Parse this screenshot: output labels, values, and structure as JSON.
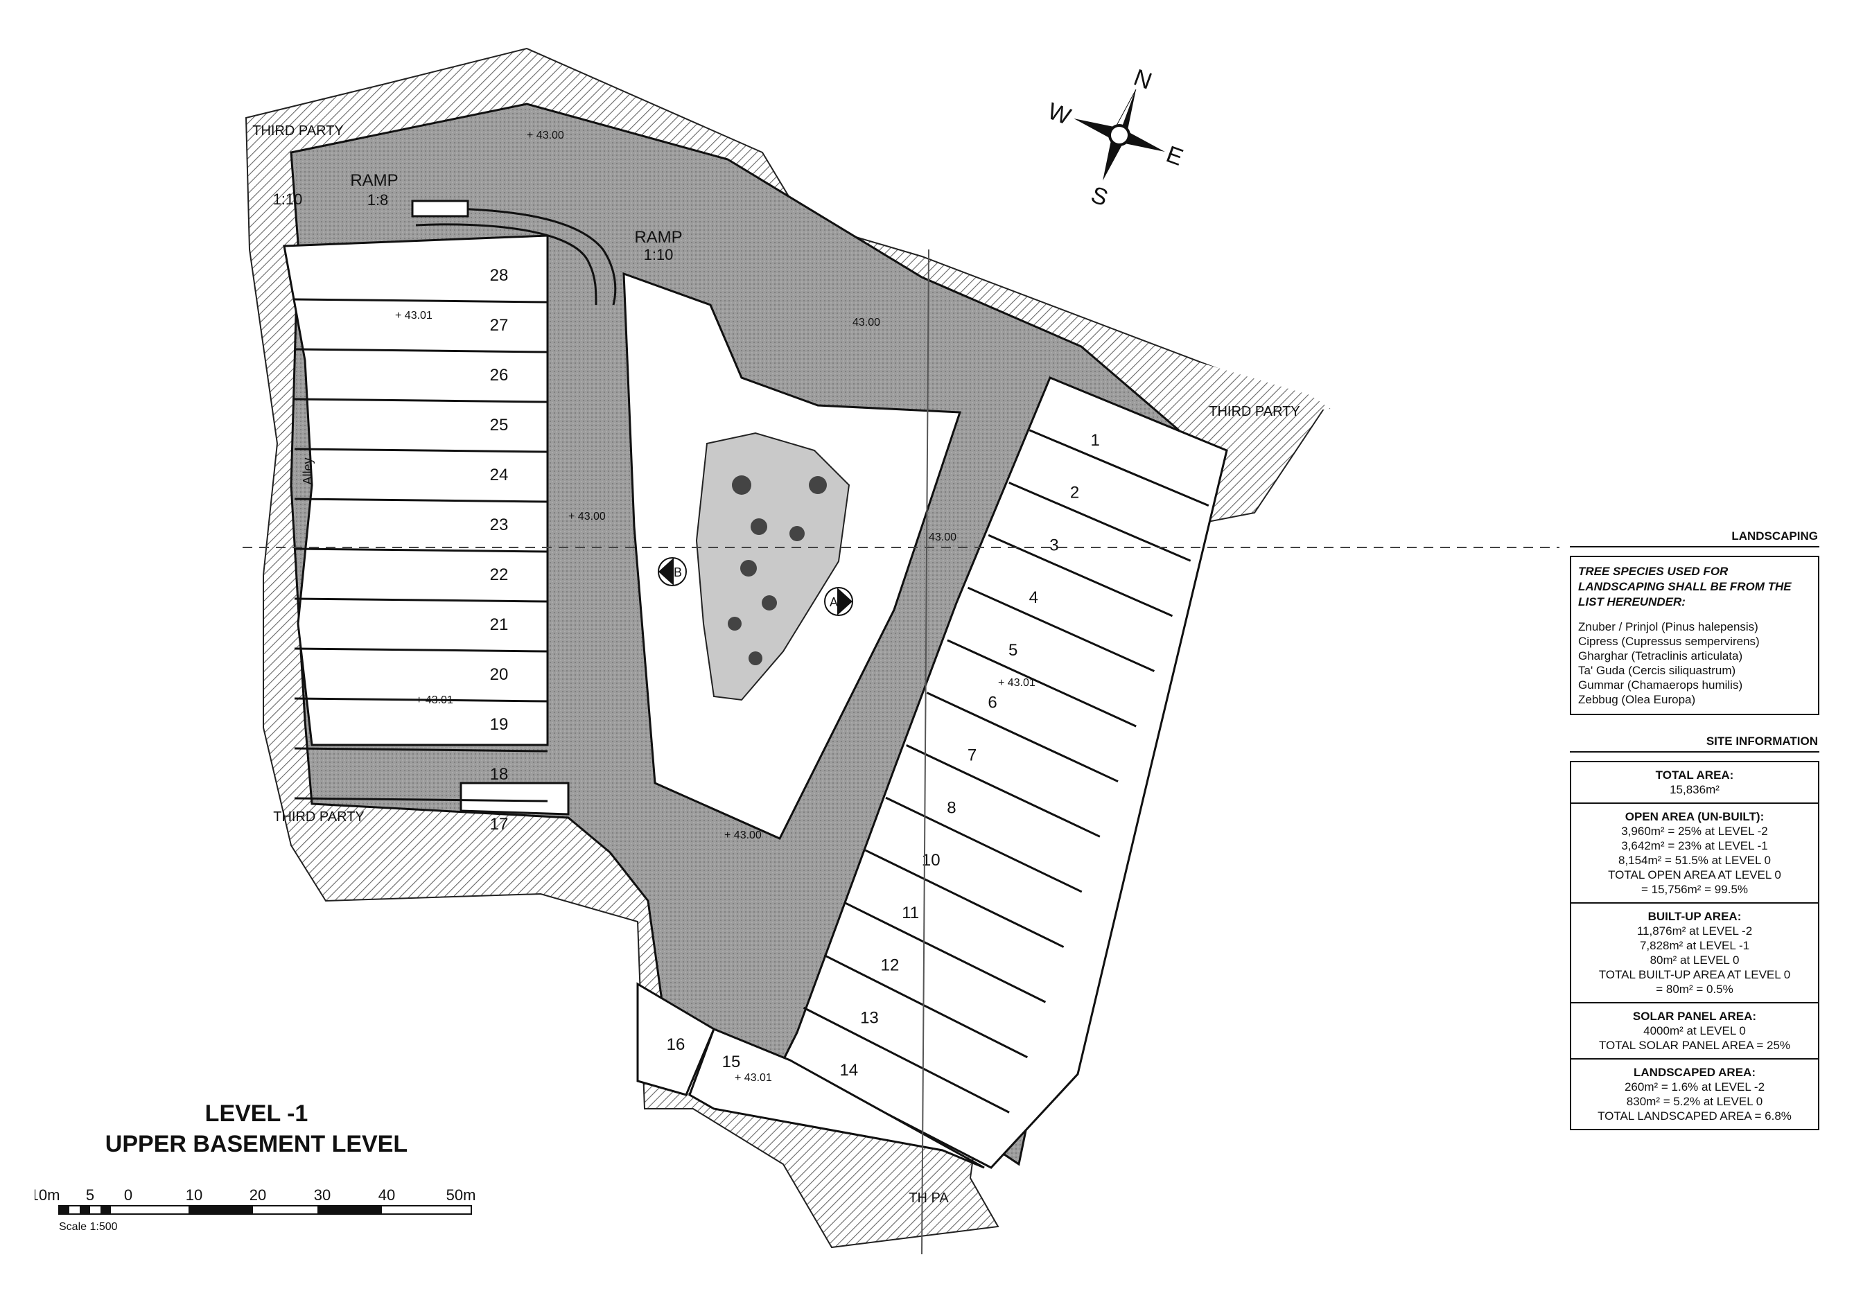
{
  "drawing": {
    "title_line1": "LEVEL -1",
    "title_line2": "UPPER BASEMENT LEVEL",
    "scale_text": "Scale 1:500",
    "scale_ticks": [
      "10m",
      "5",
      "0",
      "10",
      "20",
      "30",
      "40",
      "50m"
    ]
  },
  "compass": {
    "n": "N",
    "e": "E",
    "s": "S",
    "w": "W"
  },
  "plan_labels": {
    "third_party_nw": "THIRD PARTY",
    "third_party_ne": "THIRD PARTY",
    "third_party_sw": "THIRD PARTY",
    "third_party_s": "TH PA",
    "ramp_1": "RAMP",
    "ramp_1_grade": "1:8",
    "ramp_1_side_grade": "1:10",
    "ramp_2": "RAMP",
    "ramp_2_grade": "1:10",
    "alley": "Alley",
    "section_a": "A",
    "section_b": "B",
    "level_marks": [
      "+ 43.00",
      "+ 43.01",
      "43.00",
      "+ 43.00",
      "+ 43.01",
      "+ 43.01",
      "+ 43.00",
      "+ 43.01",
      "43.00"
    ]
  },
  "plots_left": [
    "28",
    "27",
    "26",
    "25",
    "24",
    "23",
    "22",
    "21",
    "20",
    "19",
    "18",
    "17"
  ],
  "plots_right": [
    "1",
    "2",
    "3",
    "4",
    "5",
    "6",
    "7",
    "8",
    "10",
    "11",
    "12",
    "13",
    "14"
  ],
  "plots_south": [
    "16",
    "15"
  ],
  "landscaping": {
    "heading": "LANDSCAPING",
    "intro": "TREE SPECIES USED FOR LANDSCAPING SHALL BE FROM THE LIST HEREUNDER:",
    "species": [
      "Znuber / Prinjol (Pinus halepensis)",
      "Cipress (Cupressus sempervirens)",
      "Gharghar (Tetraclinis articulata)",
      "Ta' Guda (Cercis siliquastrum)",
      "Gummar (Chamaerops humilis)",
      "Zebbug (Olea Europa)"
    ]
  },
  "site_information": {
    "heading": "SITE INFORMATION",
    "sections": [
      {
        "title": "TOTAL AREA:",
        "lines": [
          "15,836m²"
        ]
      },
      {
        "title": "OPEN AREA (UN-BUILT):",
        "lines": [
          "3,960m² = 25% at LEVEL -2",
          "3,642m² = 23% at LEVEL -1",
          "8,154m² = 51.5% at LEVEL 0",
          "TOTAL OPEN AREA AT LEVEL 0",
          "= 15,756m² = 99.5%"
        ]
      },
      {
        "title": "BUILT-UP AREA:",
        "lines": [
          "11,876m² at LEVEL -2",
          "7,828m² at LEVEL -1",
          "80m² at LEVEL 0",
          "TOTAL BUILT-UP AREA AT LEVEL 0",
          "= 80m² = 0.5%"
        ]
      },
      {
        "title": "SOLAR PANEL AREA:",
        "lines": [
          "4000m² at LEVEL 0",
          "TOTAL SOLAR PANEL AREA = 25%"
        ]
      },
      {
        "title": "LANDSCAPED AREA:",
        "lines": [
          "260m² = 1.6% at LEVEL -2",
          "830m² = 5.2% at LEVEL 0",
          "TOTAL LANDSCAPED AREA = 6.8%"
        ]
      }
    ]
  }
}
